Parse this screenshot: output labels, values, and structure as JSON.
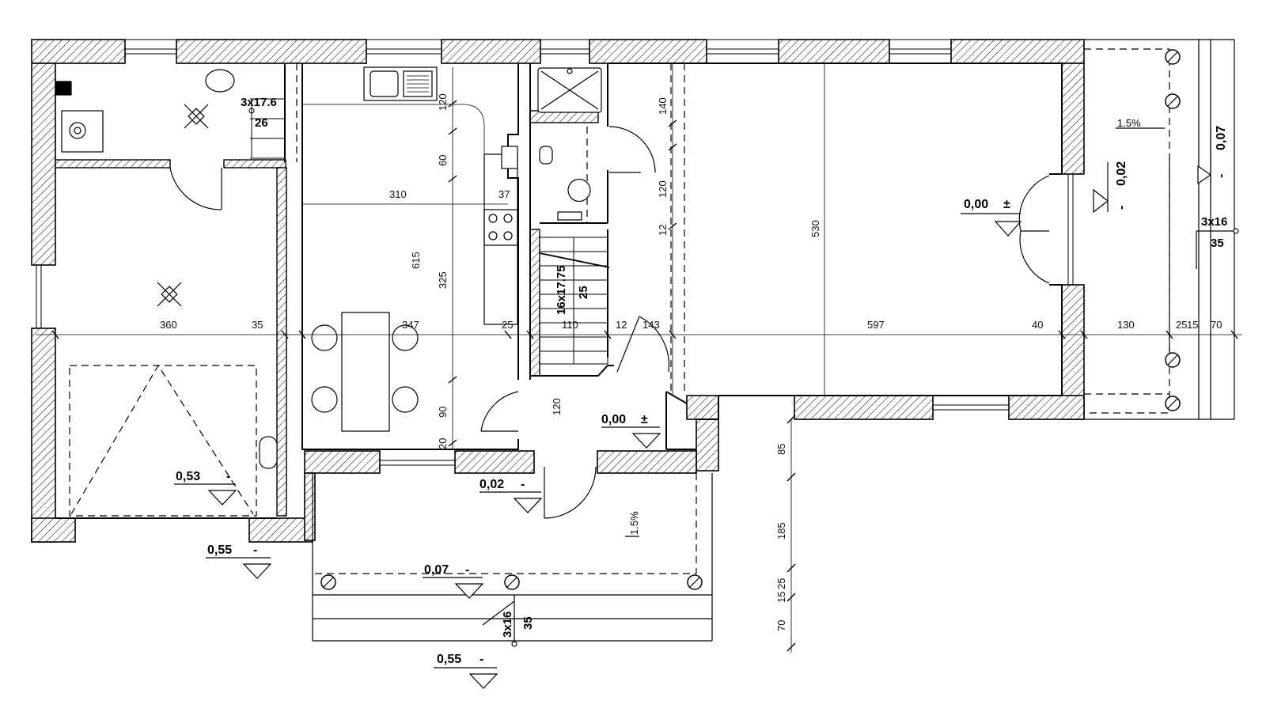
{
  "dims": {
    "d310": "310",
    "d37": "37",
    "d615": "615",
    "d325": "325",
    "d120a": "120",
    "d60": "60",
    "d90": "90",
    "d20": "20",
    "d140": "140",
    "d120b": "120",
    "d12v": "12",
    "d530": "530",
    "d120c": "120",
    "d360": "360",
    "d35": "35",
    "d347": "347",
    "d25a": "25",
    "d110": "110",
    "d12h": "12",
    "d143": "143",
    "d597": "597",
    "d40": "40",
    "d130": "130",
    "d25b": "25",
    "d15a": "15",
    "d70a": "70",
    "d85": "85",
    "d185": "185",
    "d15b": "15",
    "d25c": "25",
    "d70b": "70"
  },
  "levels": {
    "living": "0,00",
    "hall": "0,00",
    "entry": "0,02",
    "garage": "0,53",
    "garage_out": "0,55",
    "terrace_front": "0,07",
    "front_bottom": "0,55",
    "terrace_side": "0,07",
    "side_door": "0,02"
  },
  "level_signs": {
    "pm": "±",
    "minus": "-"
  },
  "stairs": {
    "utility": "3x17.6",
    "utility_tread": "26",
    "main": "16x17.75",
    "main_tread": "25",
    "front": "3x16",
    "front_tread": "35",
    "side": "3x16",
    "side_tread": "35"
  },
  "slopes": {
    "side": "1.5%",
    "front": "1.5%"
  },
  "colors": {
    "line": "#000000",
    "hatch": "#000000",
    "background": "#ffffff"
  }
}
